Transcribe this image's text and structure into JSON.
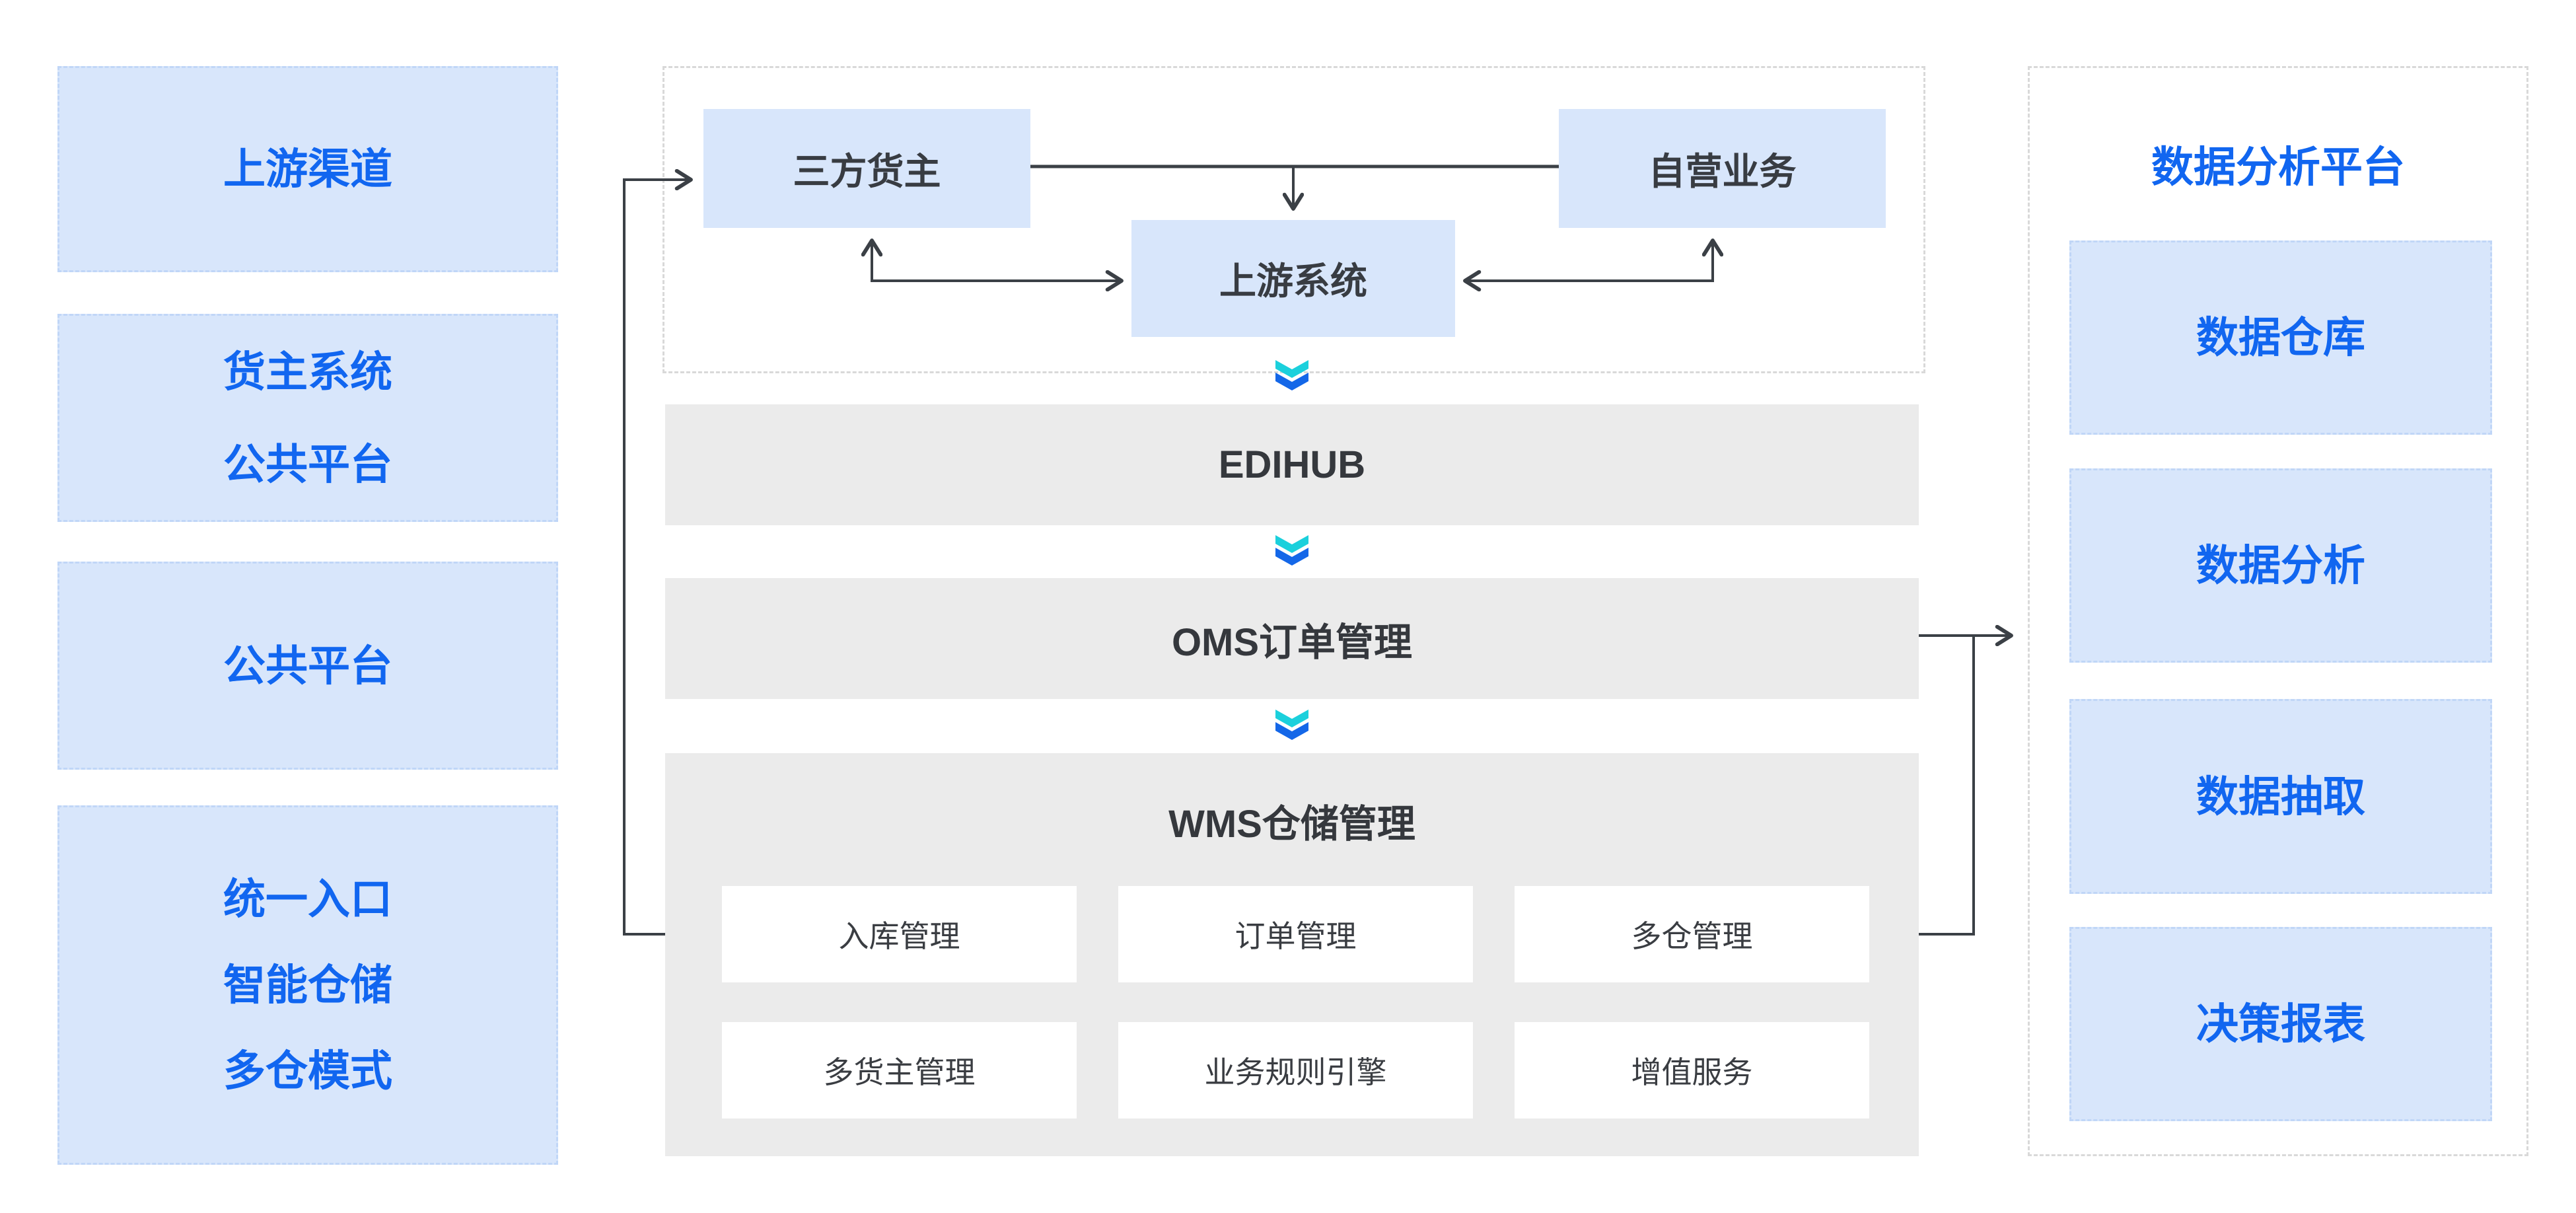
{
  "diagram_title": "WMS warehouse management architecture diagram",
  "left_panel": {
    "boxes": [
      {
        "lines": [
          "上游渠道"
        ]
      },
      {
        "lines": [
          "货主系统",
          "公共平台"
        ]
      },
      {
        "lines": [
          "公共平台"
        ]
      },
      {
        "lines": [
          "统一入口",
          "智能仓储",
          "多仓模式"
        ]
      }
    ]
  },
  "upstream_cluster": {
    "third_party_owner": "三方货主",
    "self_operated_business": "自营业务",
    "upstream_system": "上游系统"
  },
  "middle_stack": {
    "edihub": "EDIHUB",
    "oms": "OMS订单管理",
    "wms_title": "WMS仓储管理",
    "wms_modules": [
      "入库管理",
      "订单管理",
      "多仓管理",
      "多货主管理",
      "业务规则引擎",
      "增值服务"
    ]
  },
  "right_panel": {
    "title": "数据分析平台",
    "boxes": [
      "数据仓库",
      "数据分析",
      "数据抽取",
      "决策报表"
    ]
  },
  "icons": {
    "flow_down": "double-chevron-down"
  },
  "colors": {
    "background": "#ffffff",
    "panel_fill": "#d8e6fb",
    "panel_border": "#c0d6f7",
    "container_border": "#d9d9d9",
    "bar_fill": "#ebebeb",
    "module_fill": "#ffffff",
    "accent_blue_text": "#1166f0",
    "dark_text": "#383c42",
    "connector_line": "#3b4046",
    "chevron_cyan": "#1bd0dc",
    "chevron_blue": "#1467e8"
  }
}
